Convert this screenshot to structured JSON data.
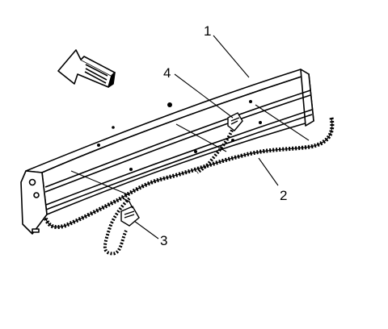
{
  "callouts": [
    {
      "id": "1",
      "label": "1"
    },
    {
      "id": "2",
      "label": "2"
    },
    {
      "id": "3",
      "label": "3"
    },
    {
      "id": "4",
      "label": "4"
    }
  ],
  "icons": {
    "direction": "arrow-forward-icon"
  },
  "colors": {
    "line": "#000000",
    "background": "#ffffff"
  }
}
